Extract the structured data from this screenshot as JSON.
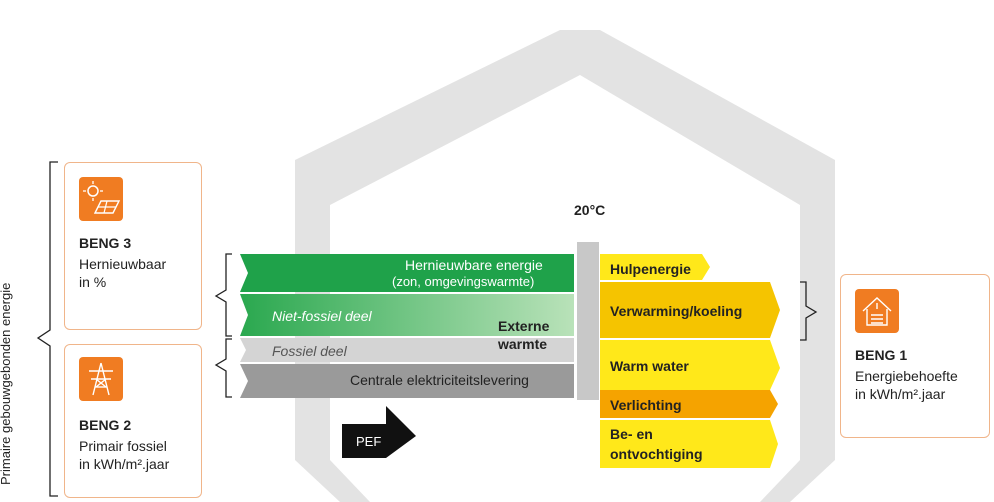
{
  "side_label": "Primaire gebouwgebonden energie",
  "temperature": "20°C",
  "beng3": {
    "title": "BENG 3",
    "line1": "Hernieuwbaar",
    "line2": "in %"
  },
  "beng2": {
    "title": "BENG 2",
    "line1": "Primair fossiel",
    "line2": "in kWh/m².jaar"
  },
  "beng1": {
    "title": "BENG 1",
    "line1": "Energiebehoefte",
    "line2": "in kWh/m².jaar"
  },
  "supply": {
    "renewable_line1": "Hernieuwbare energie",
    "renewable_line2": "(zon, omgevingswarmte)",
    "non_fossil": "Niet-fossiel deel",
    "external_heat_line1": "Externe",
    "external_heat_line2": "warmte",
    "fossil": "Fossiel deel",
    "central_electricity": "Centrale elektriciteitslevering",
    "pef": "PEF"
  },
  "demand": {
    "aux": "Hulpenergie",
    "heating_cooling": "Verwarming/koeling",
    "hot_water": "Warm water",
    "lighting": "Verlichting",
    "dehumid_line1": "Be- en",
    "dehumid_line2": "ontvochtiging"
  },
  "colors": {
    "orange_icon": "#f07c22",
    "card_border": "#f0b58a",
    "green_dark": "#1fa24a",
    "green_light": "#a8dca8",
    "grey_light": "#d4d4d4",
    "grey_dark": "#9a9a9a",
    "yellow": "#ffe81a",
    "orange": "#f5b400",
    "house_outline": "#e3e3e3"
  }
}
